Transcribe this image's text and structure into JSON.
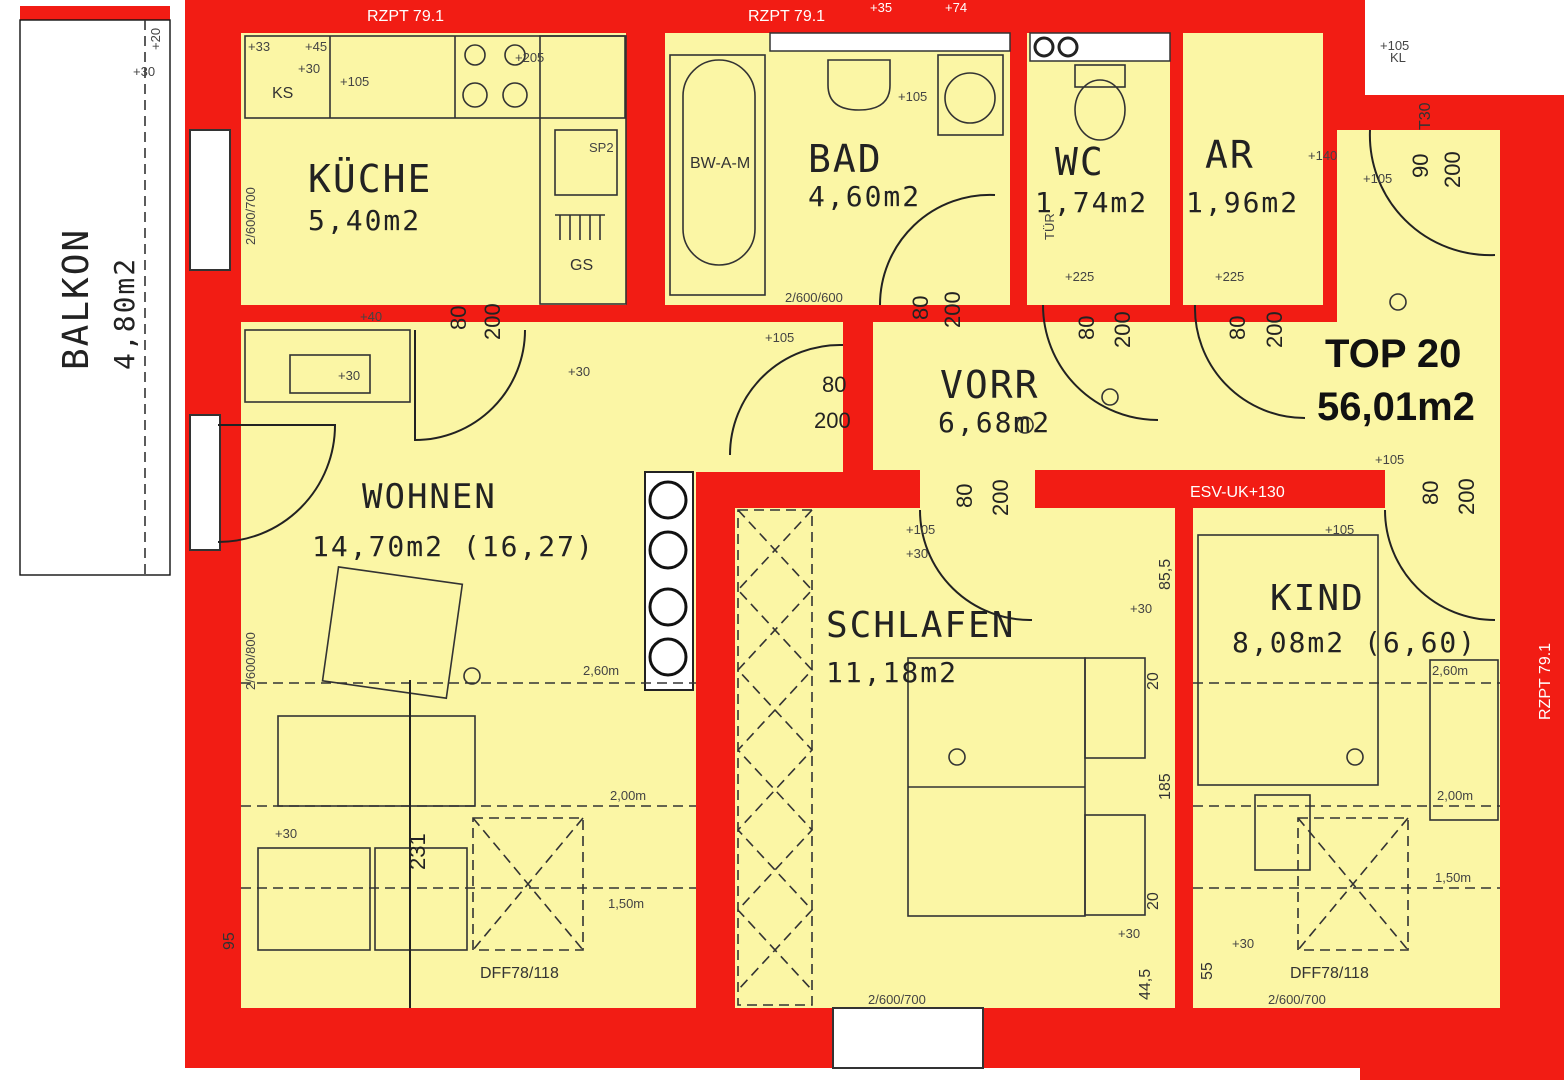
{
  "balcony": {
    "name": "BALKON",
    "area": "4,80m2"
  },
  "unit": {
    "name": "TOP 20",
    "area": "56,01m2"
  },
  "rooms": [
    {
      "id": "kueche",
      "name": "KÜCHE",
      "area": "5,40m2"
    },
    {
      "id": "bad",
      "name": "BAD",
      "area": "4,60m2"
    },
    {
      "id": "wc",
      "name": "WC",
      "area": "1,74m2"
    },
    {
      "id": "ar",
      "name": "AR",
      "area": "1,96m2"
    },
    {
      "id": "vorr",
      "name": "VORR",
      "area": "6,68m2"
    },
    {
      "id": "wohnen",
      "name": "WOHNEN",
      "area": "14,70m2 (16,27)"
    },
    {
      "id": "schlafen",
      "name": "SCHLAFEN",
      "area": "11,18m2"
    },
    {
      "id": "kind",
      "name": "KIND",
      "area": "8,08m2 (6,60)"
    }
  ],
  "annotations": {
    "rzpt": "RZPT 79.1",
    "rzpt_vertical": "RZPT 79.1",
    "bath_tub": "BW-A-M",
    "t30": "T30",
    "esv": "ESV-UK+130",
    "window_wohnen": "DFF78/118",
    "window_kind": "DFF78/118",
    "h260": "2,60m",
    "h200": "2,00m",
    "h150": "1,50m",
    "len231": "231",
    "dim185": "185",
    "dim445": "44,5",
    "dim55": "55",
    "dim95": "95",
    "dim20": "20",
    "dim855": "85,5",
    "ks": "KS",
    "gs": "GS",
    "sp": "SP2",
    "kl": "KL",
    "ta": "TÜR",
    "win1": "2/600/600",
    "win2": "2/600/700",
    "win3": "2/600/800",
    "win4": "2/600/700",
    "win5": "2/600/700"
  },
  "doors": [
    {
      "w": "80",
      "h": "200"
    },
    {
      "w": "80",
      "h": "200"
    },
    {
      "w": "80",
      "h": "200"
    },
    {
      "w": "80",
      "h": "200"
    },
    {
      "w": "80",
      "h": "200"
    },
    {
      "w": "80",
      "h": "200"
    },
    {
      "w": "80",
      "h": "200"
    },
    {
      "w": "90",
      "h": "200"
    }
  ],
  "heights": [
    "+105",
    "+30",
    "+105",
    "+205",
    "+33",
    "+45",
    "+30",
    "+105",
    "+140",
    "+105",
    "+225",
    "+225",
    "+105",
    "+105",
    "+30",
    "+30",
    "+30",
    "+105",
    "+30",
    "+105",
    "+30",
    "+30",
    "+40",
    "+35",
    "+74",
    "+20",
    "+30"
  ],
  "colors": {
    "wall": "#f21c14",
    "floor": "#fbf6a5",
    "line": "#222222"
  }
}
